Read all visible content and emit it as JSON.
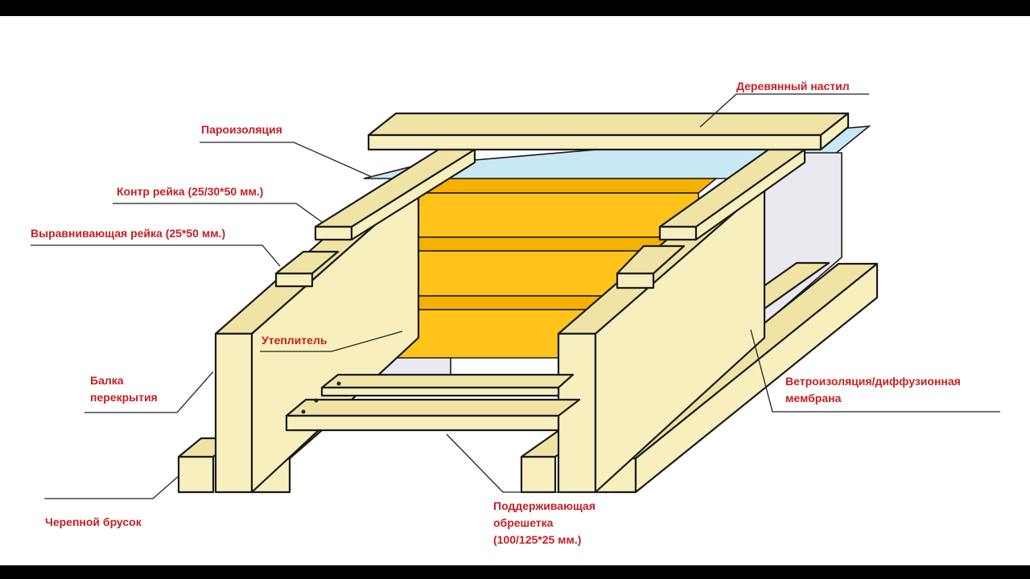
{
  "labels": {
    "wood_deck": "Деревянный настил",
    "vapor_barrier": "Пароизоляция",
    "counter_batten": "Контр рейка (25/30*50 мм.)",
    "leveling_batten": "Выравнивающая рейка (25*50 мм.)",
    "insulation": "Утеплитель",
    "beam_line1": "Балка",
    "beam_line2": "перекрытия",
    "wind_line1": "Ветроизоляция/диффузионная",
    "wind_line2": "мембрана",
    "skull_bar": "Черепной брусок",
    "support_line1": "Поддерживающая",
    "support_line2": "обрешетка",
    "support_line3": "(100/125*25 мм.)"
  },
  "colors": {
    "label_text": "#c41f24",
    "wood": "#f7efbd",
    "insulation": "#ffc31a",
    "vapor_barrier": "#c8e8f4",
    "membrane": "#e9e9ef"
  }
}
